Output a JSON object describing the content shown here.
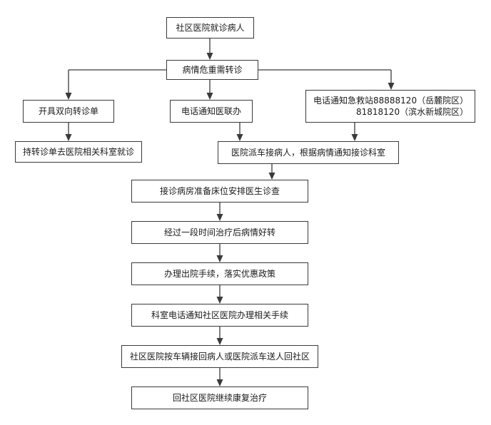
{
  "diagram": {
    "nodes": {
      "start": "社区医院就诊病人",
      "critical": "病情危重需转诊",
      "referral_form": "开具双向转诊单",
      "phone_liaison": "电话通知医联办",
      "ambulance_line1": "电话通知急救站88888120（岳麓院区）",
      "ambulance_line2": "81818120（滨水新城院区）",
      "visit_dept": "持转诊单去医院相关科室就诊",
      "hospital_pickup": "医院派车接病人，根据病情通知接诊科室",
      "ward_prep": "接诊病房准备床位安排医生诊查",
      "improve": "经过一段时间治疗后病情好转",
      "discharge": "办理出院手续，落实优惠政策",
      "dept_notify": "科室电话通知社区医院办理相关手续",
      "return_transport": "社区医院按车辆接回病人或医院派车送人回社区",
      "rehab": "回社区医院继续康复治疗"
    }
  }
}
